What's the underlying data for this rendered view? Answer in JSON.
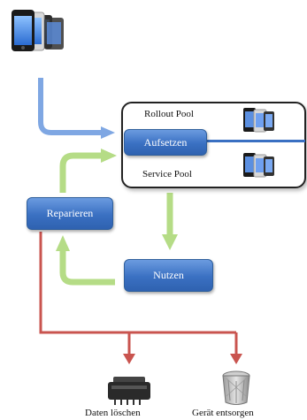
{
  "pools": {
    "rollout_label": "Rollout Pool",
    "service_label": "Service Pool"
  },
  "steps": {
    "aufsetzen": "Aufsetzen",
    "reparieren": "Reparieren",
    "nutzen": "Nutzen"
  },
  "outputs": {
    "daten_loeschen": "Daten löschen",
    "geraet_entsorgen": "Gerät entsorgen"
  },
  "icons": {
    "devices": "smartphones-icon",
    "shredder": "shredder-icon",
    "trash": "trash-bin-icon"
  },
  "colors": {
    "blue_arrow": "#7fa7e3",
    "green_arrow": "#a9d37b",
    "red_arrow": "#c9544f",
    "button_blue": "#3a70c2"
  }
}
